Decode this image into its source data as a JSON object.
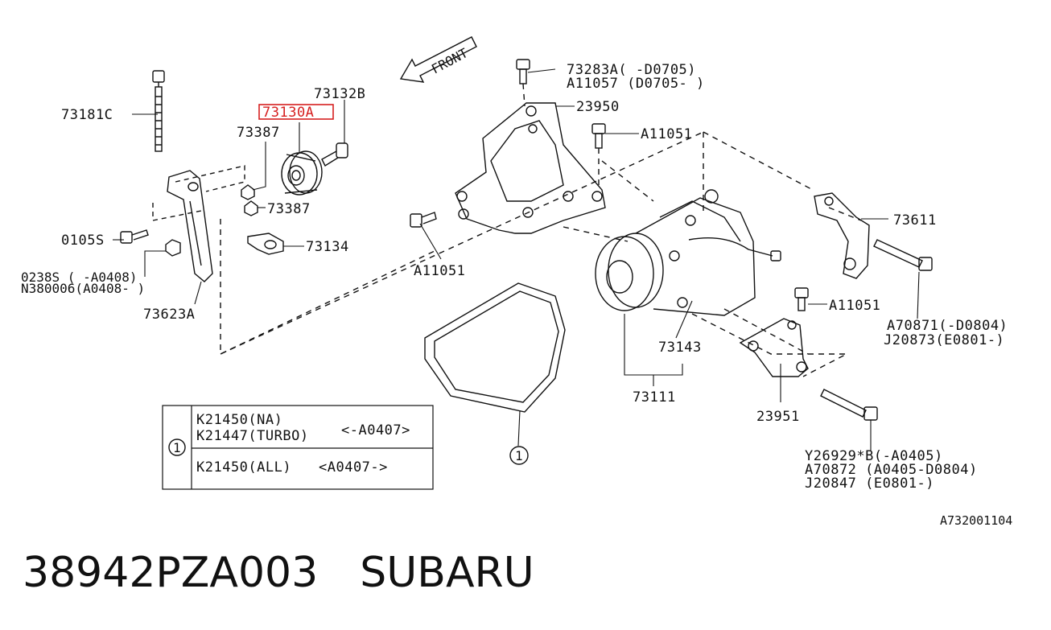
{
  "front_label": "FRONT",
  "labels": {
    "p73181C": "73181C",
    "p73130A": "73130A",
    "p73132B": "73132B",
    "p73387a": "73387",
    "p73387b": "73387",
    "p73134": "73134",
    "p0105S": "0105S",
    "p0238S": "0238S ( -A0408)",
    "pN380006": "N380006(A0408- )",
    "p73623A": "73623A",
    "p73283A": "73283A( -D0705)",
    "pA11057": "A11057 (D0705- )",
    "p23950": "23950",
    "pA11051_top": "A11051",
    "pA11051_left": "A11051",
    "pA11051_right": "A11051",
    "p73611": "73611",
    "pA70871": "A70871(-D0804)",
    "pJ20873": "J20873(E0801-)",
    "p73143": "73143",
    "p73111": "73111",
    "p23951": "23951",
    "pY26929": "Y26929*B(-A0405)",
    "pA70872": "A70872  (A0405-D0804)",
    "pJ20847": "J20847   (E0801-)",
    "circle_one": "1"
  },
  "belt_table": {
    "marker": "1",
    "row1_line1": "K21450(NA)",
    "row1_line2": "K21447(TURBO)",
    "row1_range": "<-A0407>",
    "row2_line1": "K21450(ALL)",
    "row2_range": "<A0407->"
  },
  "diagram_ref": "A732001104",
  "footer": {
    "part_number": "38942PZA003",
    "brand": "SUBARU"
  },
  "highlight_color": "#d62020"
}
